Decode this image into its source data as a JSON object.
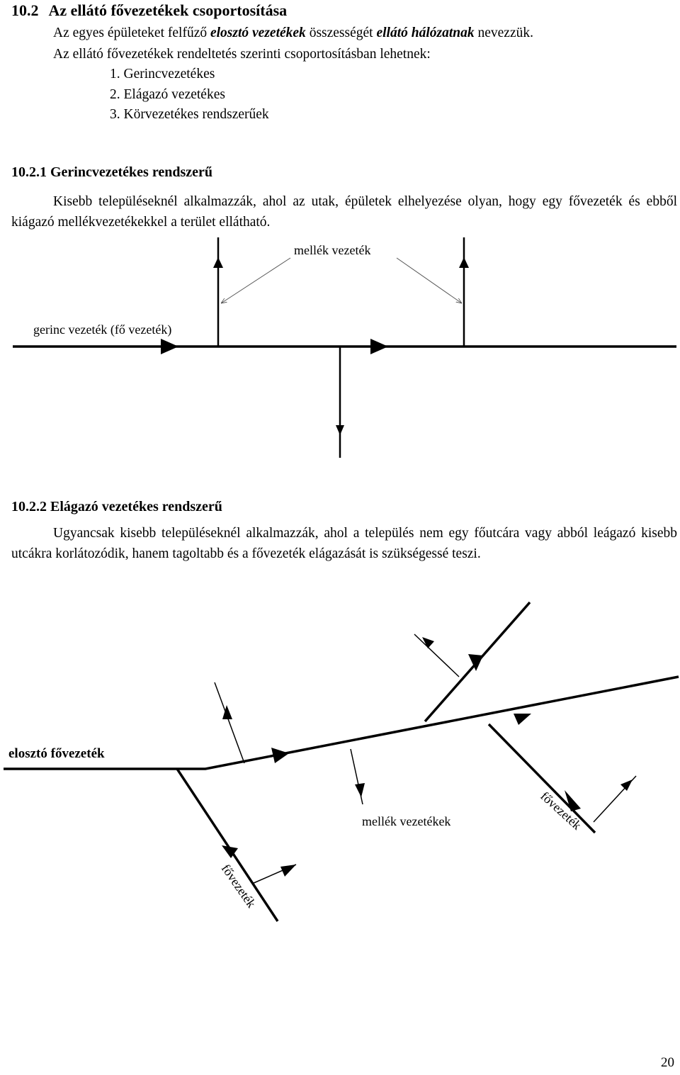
{
  "section": {
    "number": "10.2",
    "title": "Az ellátó fővezetékek csoportosítása",
    "intro_parts": [
      "Az egyes épületeket felfűző ",
      "elosztó vezetékek",
      " összességét ",
      "ellátó hálózatnak",
      " nevezzük."
    ],
    "intro_line2": "Az ellátó fővezetékek rendeltetés szerinti csoportosításban lehetnek:",
    "list": [
      "1.  Gerincvezetékes",
      "2.  Elágazó vezetékes",
      "3.  Körvezetékes rendszerűek"
    ]
  },
  "sub1": {
    "title": "10.2.1 Gerincvezetékes rendszerű",
    "text": "Kisebb településeknél alkalmazzák, ahol az utak, épületek elhelyezése olyan, hogy egy fővezeték és ebből kiágazó mellékvezetékekkel a terület ellátható.",
    "diagram": {
      "label_branch": "mellék vezeték",
      "label_main": "gerinc vezeték (fő vezeték)"
    }
  },
  "sub2": {
    "title": "10.2.2 Elágazó vezetékes rendszerű",
    "text": "Ugyancsak kisebb településeknél alkalmazzák, ahol a település nem egy főutcára vagy abból leágazó kisebb utcákra korlátozódik, hanem tagoltabb és a fővezeték elágazását is szükségessé teszi.",
    "diagram": {
      "label_main": "elosztó fővezeték",
      "label_branches": "mellék vezetékek",
      "label_fo_left": "fővezeték",
      "label_fo_right": "fővezeték"
    }
  },
  "page_number": "20"
}
